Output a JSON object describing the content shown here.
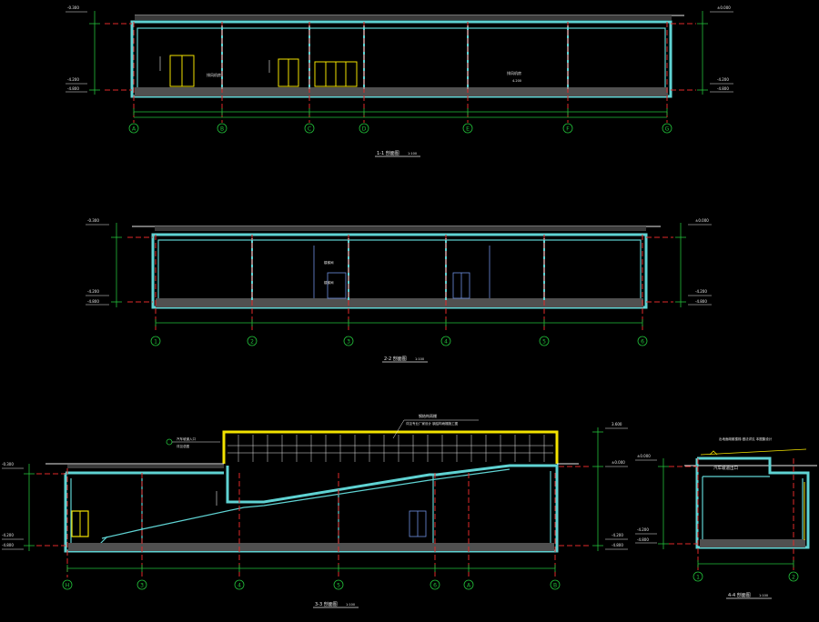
{
  "colors": {
    "background": "#000000",
    "wall": "#5fd3d3",
    "dimension": "#22c03a",
    "axis": "#e02a2a",
    "text": "#e8e8e8",
    "highlight": "#f2e200",
    "fixture": "#6f8fe0"
  },
  "sections": {
    "s1": {
      "title": "1-1 剖面图",
      "scale": "1:100",
      "axes": [
        "A",
        "B",
        "C",
        "D",
        "E",
        "F",
        "G"
      ],
      "levels_left": [
        "-0.300",
        "-4.200",
        "-4.800"
      ],
      "levels_right": [
        "±0.000",
        "-4.200",
        "-4.800"
      ],
      "room_label": "排风机房",
      "note": "4.200"
    },
    "s2": {
      "title": "2-2 剖面图",
      "scale": "1:100",
      "axes": [
        "1",
        "2",
        "3",
        "4",
        "5",
        "6"
      ],
      "levels_left": [
        "-0.300",
        "-4.200",
        "-4.800"
      ],
      "levels_right": [
        "±0.000",
        "-4.200",
        "-4.800"
      ],
      "note": "楼梯间"
    },
    "s3": {
      "title": "3-3 剖面图",
      "scale": "1:100",
      "axes": [
        "H",
        "3",
        "4",
        "5",
        "6",
        "A",
        "B"
      ],
      "levels_left": [
        "-0.300",
        "-4.200",
        "-4.800"
      ],
      "levels_right": [
        "3.600",
        "±0.000",
        "-4.200",
        "-4.800"
      ],
      "callout_top": "钢结构雨棚",
      "callout_top_sub": "详见专业厂家设计 钢结构雨棚施工图",
      "callout_left": "汽车坡道入口",
      "callout_left_sub": "详见总图"
    },
    "s4": {
      "title": "4-4 剖面图",
      "scale": "1:100",
      "axes": [
        "1",
        "2"
      ],
      "levels": [
        "±0.000",
        "-4.200",
        "-4.800"
      ],
      "room_label": "汽车坡道出口",
      "note": "出地面疏散楼梯 做法详见 本图集设计"
    }
  }
}
